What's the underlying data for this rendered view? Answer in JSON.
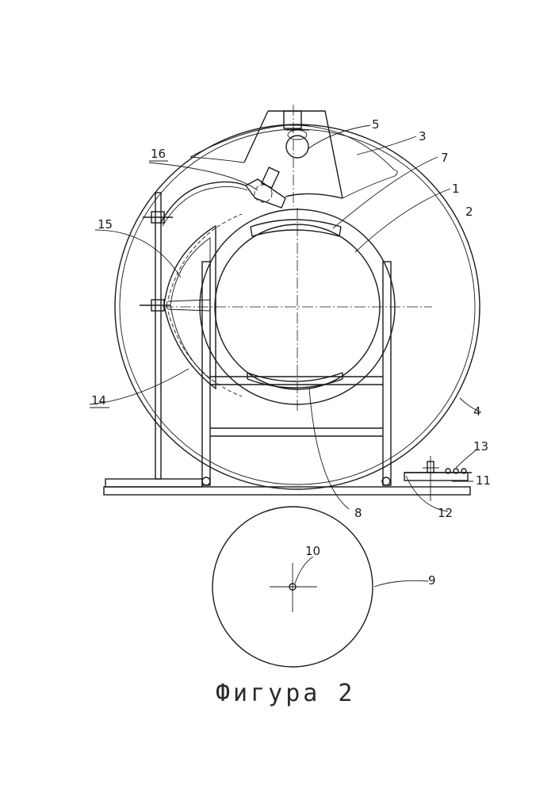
{
  "figure": {
    "caption": "Фигура 2"
  },
  "labels": {
    "l1": "1",
    "l2": "2",
    "l3": "3",
    "l4": "4",
    "l5": "5",
    "l7": "7",
    "l8": "8",
    "l9": "9",
    "l10": "10",
    "l11": "11",
    "l12": "12",
    "l13": "13",
    "l14": "14",
    "l15": "15",
    "l16": "16"
  }
}
